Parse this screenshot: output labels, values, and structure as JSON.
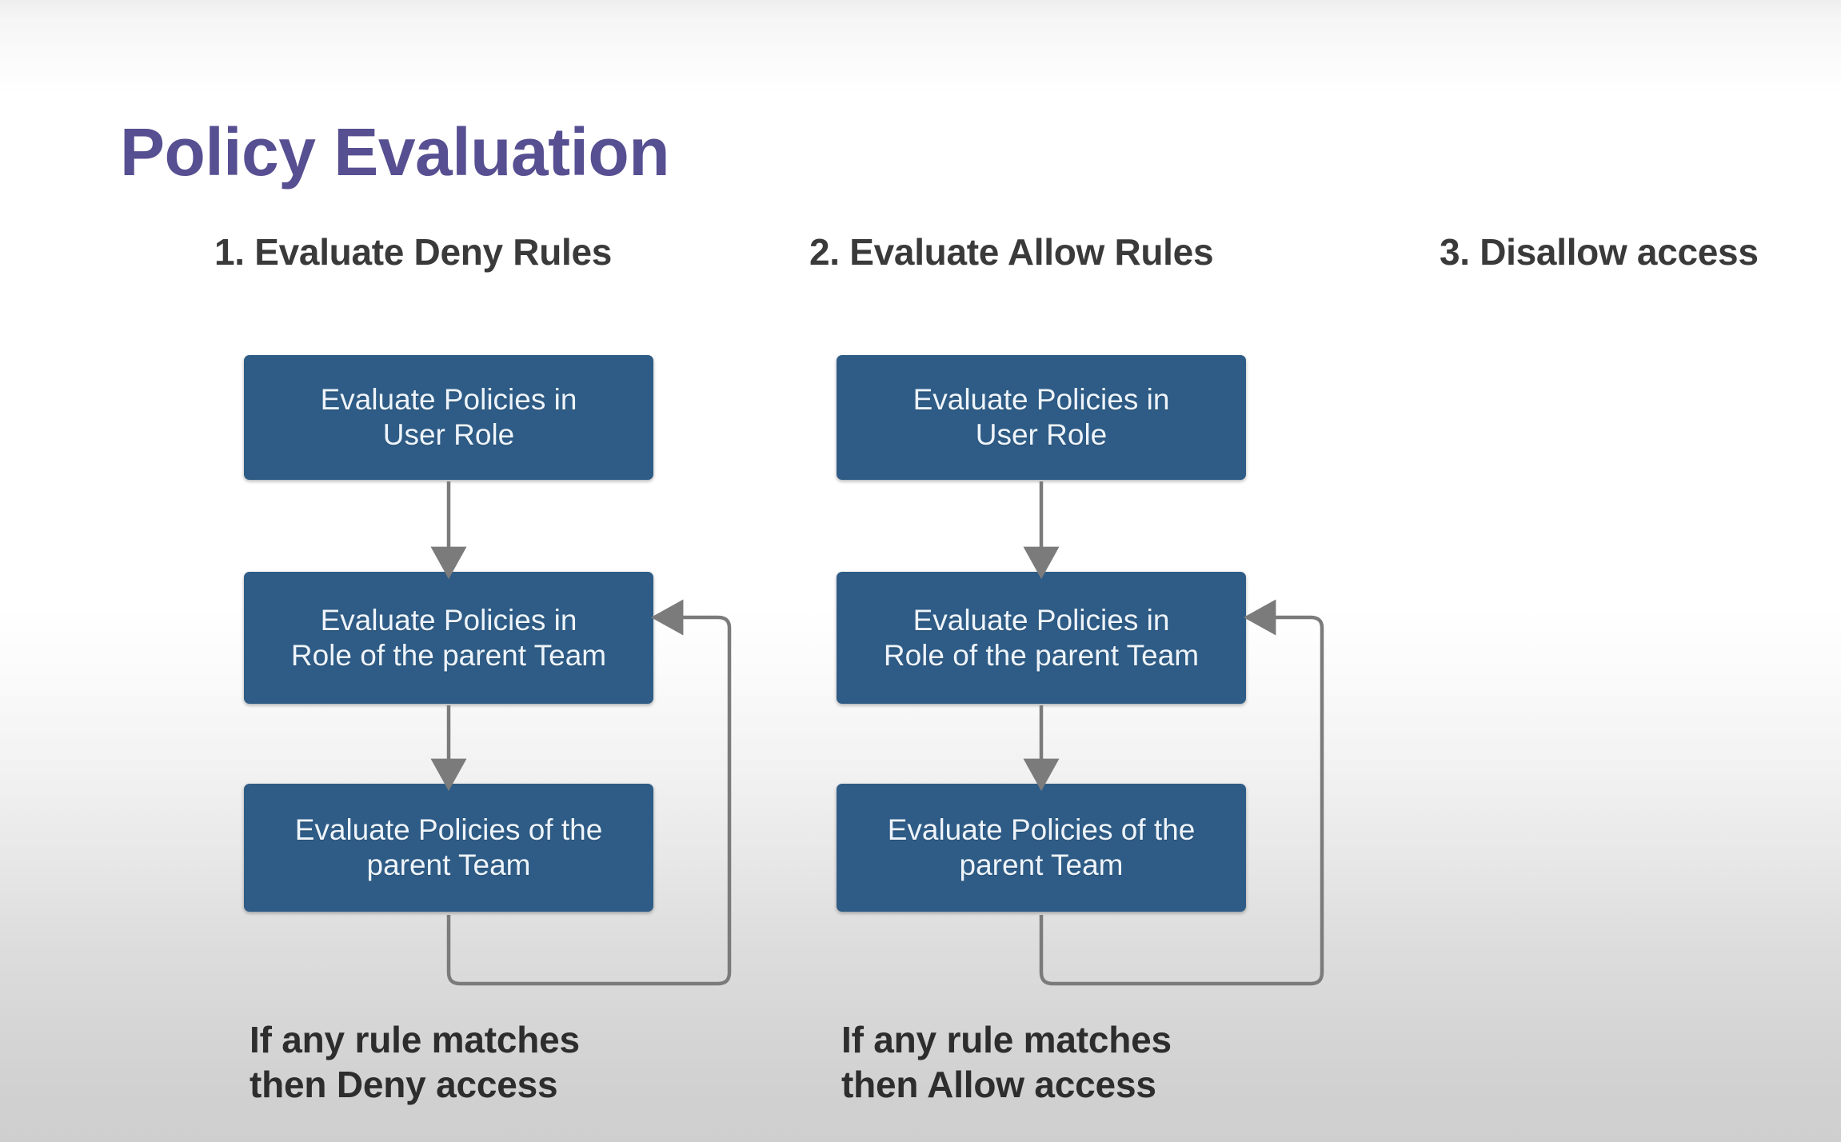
{
  "slide": {
    "title": "Policy Evaluation",
    "title_color": "#564f91",
    "background_top_color": "#ffffff",
    "background_bottom_color": "#cfcfcf",
    "box_fill_color": "#2e5c86",
    "box_text_color": "#eef4fa",
    "arrow_color": "#7b7b7b",
    "heading_text_color": "#3a3a3a"
  },
  "columns": [
    {
      "header": "1. Evaluate Deny Rules",
      "boxes": [
        {
          "line1": "Evaluate Policies in",
          "line2": "User Role"
        },
        {
          "line1": "Evaluate Policies in",
          "line2": "Role of the parent Team"
        },
        {
          "line1": "Evaluate Policies of the",
          "line2": "parent Team"
        }
      ],
      "caption": {
        "line1": "If any rule matches",
        "line2": "then Deny access"
      }
    },
    {
      "header": "2. Evaluate Allow Rules",
      "boxes": [
        {
          "line1": "Evaluate Policies in",
          "line2": "User Role"
        },
        {
          "line1": "Evaluate Policies in",
          "line2": "Role of the parent Team"
        },
        {
          "line1": "Evaluate Policies of the",
          "line2": "parent Team"
        }
      ],
      "caption": {
        "line1": "If any rule matches",
        "line2": "then Allow access"
      }
    },
    {
      "header": "3. Disallow access",
      "boxes": [],
      "caption": null
    }
  ]
}
